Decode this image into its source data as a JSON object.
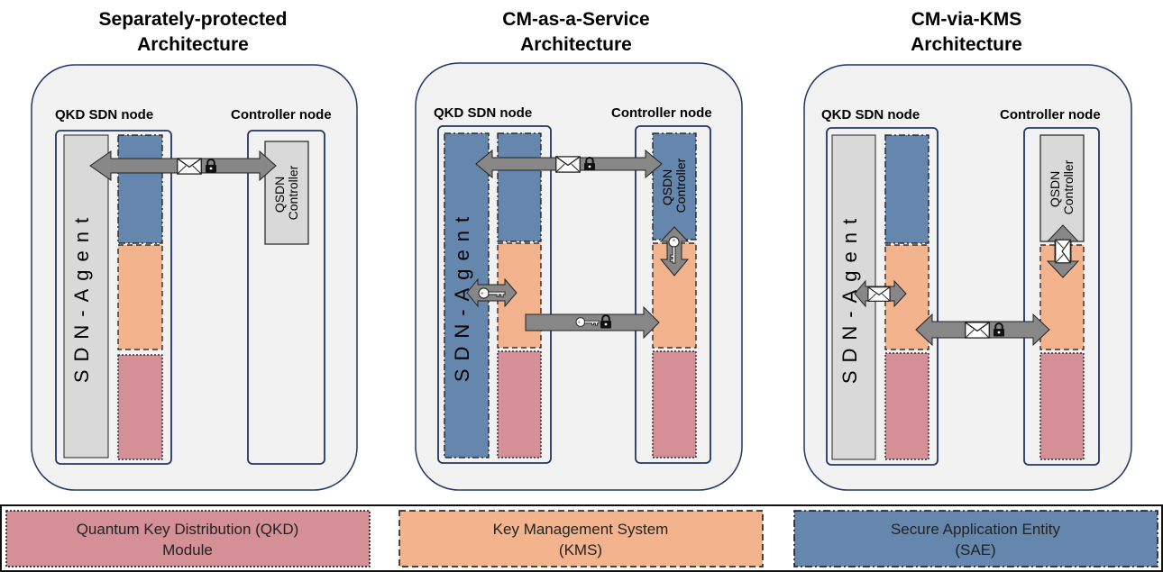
{
  "colors": {
    "qkd": "#d49096",
    "kms": "#f3b48d",
    "sae": "#6687ad",
    "agent_gray": "#d9d9d9",
    "arrow": "#878787",
    "panel_bg": "#f2f2f2",
    "node_border": "#1f3864"
  },
  "panels": [
    {
      "title_lines": [
        "Separately-protected",
        "Architecture"
      ],
      "qkd_node_label": "QKD SDN node",
      "controller_node_label": "Controller node",
      "agent_label": "SDN-Agent",
      "controller_label_lines": [
        "QSDN",
        "Controller"
      ]
    },
    {
      "title_lines": [
        "CM-as-a-Service",
        "Architecture"
      ],
      "qkd_node_label": "QKD SDN node",
      "controller_node_label": "Controller node",
      "agent_label": "SDN-Agent",
      "controller_label_lines": [
        "QSDN",
        "Controller"
      ]
    },
    {
      "title_lines": [
        "CM-via-KMS",
        "Architecture"
      ],
      "qkd_node_label": "QKD SDN node",
      "controller_node_label": "Controller node",
      "agent_label": "SDN-Agent",
      "controller_label_lines": [
        "QSDN",
        "Controller"
      ]
    }
  ],
  "icons": [
    "envelope-icon",
    "lock-icon",
    "key-icon"
  ],
  "legend": [
    {
      "lines": [
        "Quantum Key Distribution (QKD)",
        "Module"
      ],
      "color": "#d49096",
      "border": "dotted"
    },
    {
      "lines": [
        "Key Management System",
        "(KMS)"
      ],
      "color": "#f3b48d",
      "border": "dashed"
    },
    {
      "lines": [
        "Secure Application Entity",
        "(SAE)"
      ],
      "color": "#6687ad",
      "border": "dash-dot"
    }
  ]
}
